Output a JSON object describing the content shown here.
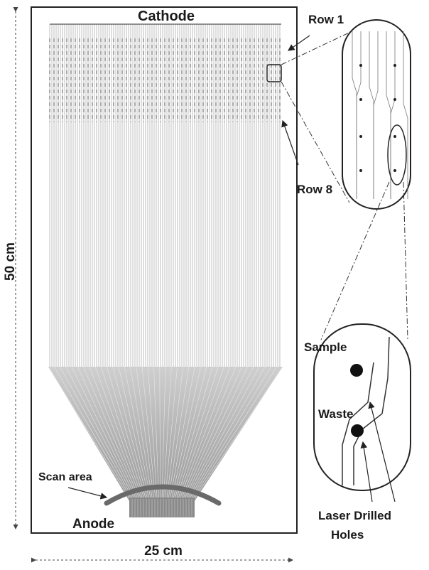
{
  "labels": {
    "cathode": "Cathode",
    "row1": "Row 1",
    "row8": "Row 8",
    "height": "50 cm",
    "width": "25 cm",
    "scan_area": "Scan area",
    "anode": "Anode",
    "sample": "Sample",
    "waste": "Waste",
    "laser_line1": "Laser Drilled",
    "laser_line2": "Holes"
  }
}
